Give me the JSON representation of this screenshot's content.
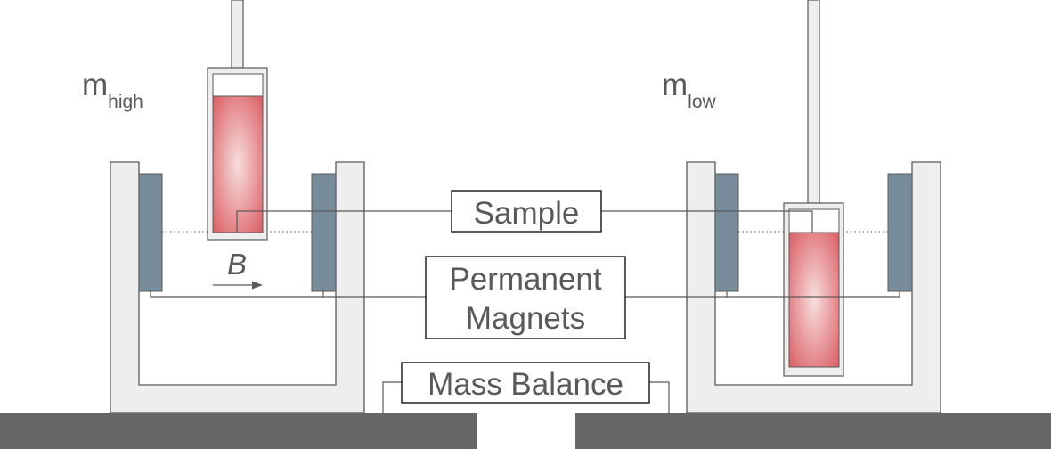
{
  "labels": {
    "m_high_base": "m",
    "m_high_sub": "high",
    "m_low_base": "m",
    "m_low_sub": "low",
    "field_symbol": "B",
    "sample": "Sample",
    "permanent_magnets_line1": "Permanent",
    "permanent_magnets_line2": "Magnets",
    "mass_balance": "Mass Balance"
  },
  "colors": {
    "text": "#595959",
    "outline": "#595959",
    "holder_fill": "#eeeeee",
    "magnet_fill": "#778d9b",
    "sample_center": "#f7dede",
    "sample_edge": "#d9545a",
    "balance_fill": "#666666"
  },
  "icons": {
    "field_arrow": "arrow-right-icon"
  }
}
